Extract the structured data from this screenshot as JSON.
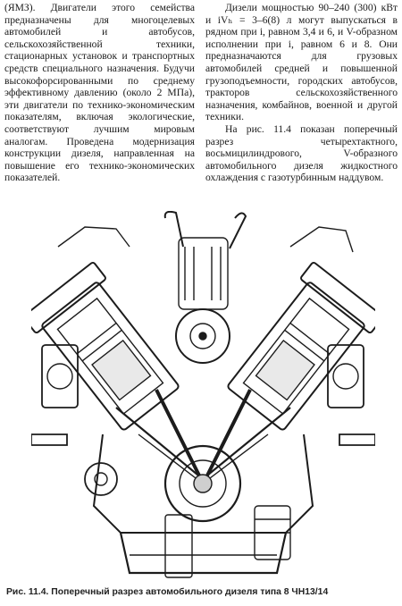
{
  "left_column": {
    "p1": "(ЯМЗ). Двигатели этого семейства предназначены для многоцелевых автомобилей и автобусов, сельскохозяйственной техники, стационарных установок и транспортных средств специального назначения. Будучи высокофорсированными по среднему эффективному давлению (около 2 МПа), эти двигатели по технико-экономическим показателям, включая экологические, соответствуют лучшим мировым аналогам. Проведена модернизация конструкции дизеля, направленная на повышение его технико-экономических показателей."
  },
  "right_column": {
    "p1": "Дизели мощностью 90–240 (300) кВт и iVₕ = 3–6(8) л могут выпускаться в рядном при i, равном 3,4 и 6, и V-образном исполнении при i, равном 6 и 8. Они предназначаются для грузовых автомобилей средней и повышенной грузоподъемности, городских автобусов, тракторов сельскохозяйственного назначения, комбайнов, военной и другой техники.",
    "p2": "На рис. 11.4 показан поперечный разрез четырехтактного, восьмицилиндрового, V-образного автомобильного дизеля жидкостного охлаждения с газотурбинным наддувом."
  },
  "figure": {
    "caption": "Рис. 11.4. Поперечный разрез автомобильного дизеля типа 8 ЧН13/14"
  }
}
